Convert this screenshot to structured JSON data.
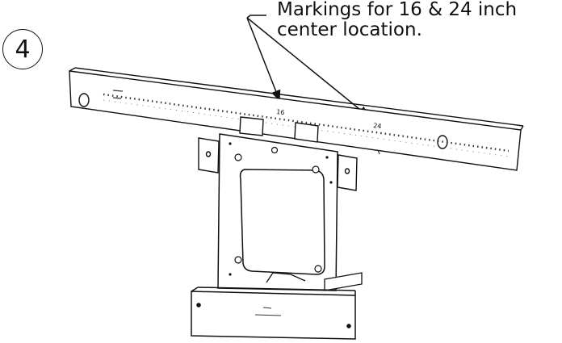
{
  "step": {
    "number": "4"
  },
  "callout": {
    "line1": "Markings for 16 & 24 inch",
    "line2": "center location."
  },
  "bar_markings": {
    "mark_16": "16",
    "mark_24": "24"
  }
}
